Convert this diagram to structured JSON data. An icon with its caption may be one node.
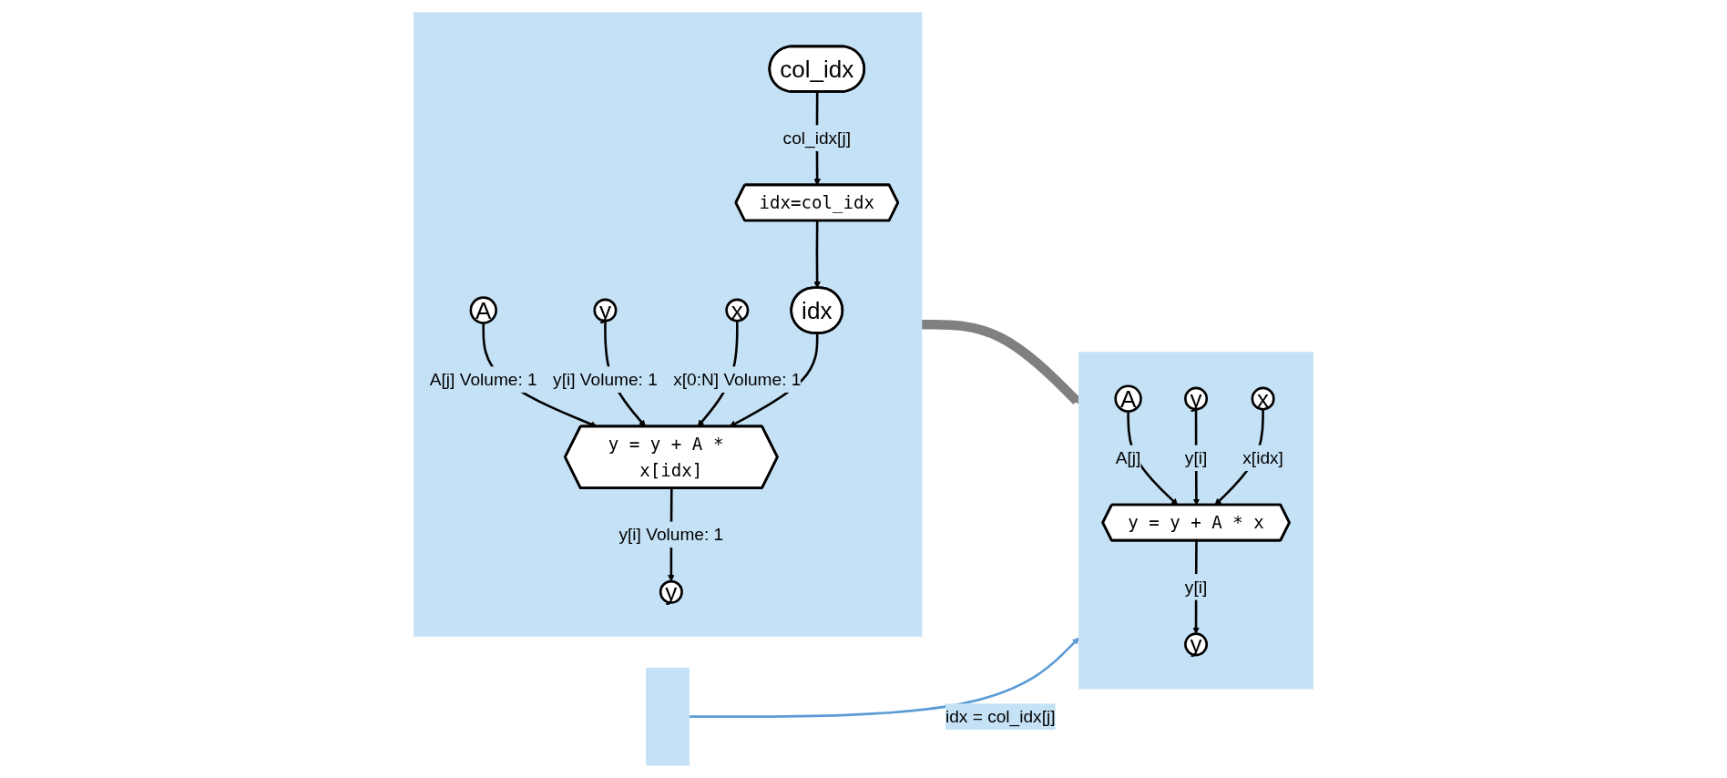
{
  "diagram": {
    "nodes": [
      {
        "text": [],
        "shape": "box"
      },
      {
        "text": [
          "col_idx"
        ],
        "in": 0
      },
      {
        "text": [
          "idx=col_idx"
        ],
        "in": 0
      },
      {
        "text": [
          "A"
        ],
        "in": 0
      },
      {
        "text": [
          "y"
        ],
        "in": 0
      },
      {
        "text": [
          "x"
        ],
        "in": 0
      },
      {
        "text": [
          "idx"
        ],
        "in": 0
      },
      {
        "text": [
          "y = y + A * x[idx]"
        ],
        "in": 0
      },
      {
        "text": [
          "y"
        ],
        "in": 0
      },
      {
        "text": [],
        "shape": "box"
      },
      {
        "text": [],
        "shape": "box"
      },
      {
        "text": [
          "A"
        ],
        "in": 10
      },
      {
        "text": [
          "y"
        ],
        "in": 10
      },
      {
        "text": [
          "x"
        ],
        "in": 10
      },
      {
        "text": [
          "y = y + A * x"
        ],
        "in": 10
      },
      {
        "text": [
          "y"
        ],
        "in": 10
      }
    ],
    "edges": [
      {
        "from": 1,
        "to": 2,
        "arrow": "to",
        "label": "col_idx[j]"
      },
      {
        "from": 2,
        "to": 6,
        "arrow": "to"
      },
      {
        "from": 3,
        "to": 7,
        "arrow": "to",
        "label": "A[j] Volume: 1"
      },
      {
        "from": 4,
        "to": 7,
        "arrow": "to",
        "label": "y[i] Volume: 1"
      },
      {
        "from": 5,
        "to": 7,
        "arrow": "to",
        "label": "x[0:N] Volume: 1"
      },
      {
        "from": 6,
        "to": 7,
        "arrow": "to"
      },
      {
        "from": 7,
        "to": 8,
        "arrow": "to",
        "label": "y[i] Volume: 1"
      },
      {
        "from": 0,
        "to": 10,
        "arrow": "to",
        "style": "thick",
        "color": "#808080"
      },
      {
        "from": 9,
        "to": 10,
        "arrow": "to",
        "label": "idx = col_idx[j]",
        "color": "#5b9bd5"
      },
      {
        "from": 11,
        "to": 14,
        "arrow": "to",
        "label": "A[j]"
      },
      {
        "from": 12,
        "to": 14,
        "arrow": "to",
        "label": "y[i]"
      },
      {
        "from": 13,
        "to": 14,
        "arrow": "to",
        "label": "x[idx]"
      },
      {
        "from": 14,
        "to": 15,
        "arrow": "to",
        "label": "y[i]"
      }
    ]
  }
}
